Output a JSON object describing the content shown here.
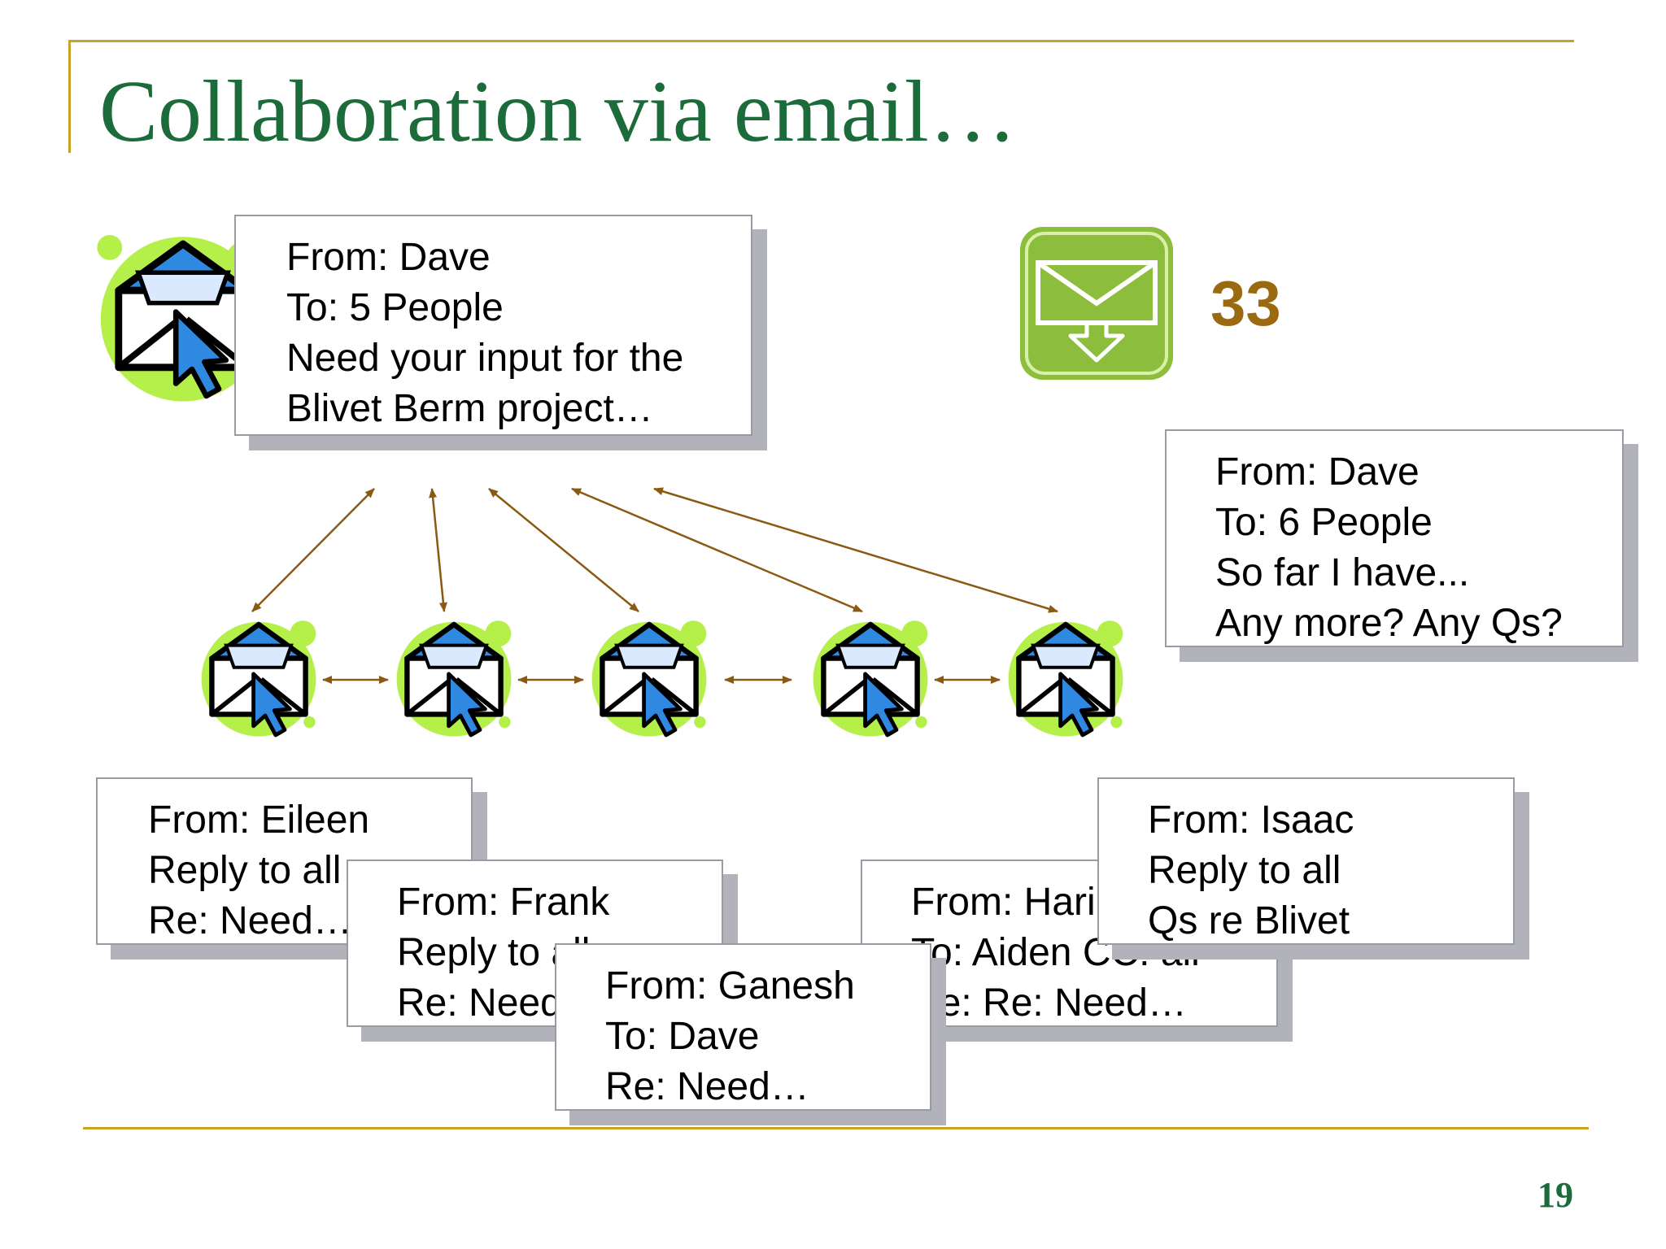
{
  "slide": {
    "title": "Collaboration via email…",
    "page_number": "19",
    "inbox_count": "33",
    "colors": {
      "title": "#1c6b3a",
      "accent_line": "#c9a227",
      "arrow": "#8b5a12",
      "count": "#9b6a10",
      "bubble": "#b5f04a",
      "inbox_green": "#8dbd3c"
    },
    "icons": {
      "sender": "email-envelope-cursor-icon",
      "recipient": "email-envelope-cursor-icon",
      "inbox": "inbox-download-icon"
    }
  },
  "messages": {
    "dave_initial": [
      "From: Dave",
      "To: 5 People",
      "Need your input for the",
      "Blivet Berm project…"
    ],
    "dave_followup": [
      "From: Dave",
      "To: 6 People",
      "So far I have...",
      "Any more?  Any Qs?"
    ],
    "eileen": [
      "From: Eileen",
      "Reply to all",
      "Re: Need…"
    ],
    "frank": [
      "From: Frank",
      "Reply to all",
      "Re: Need…"
    ],
    "ganesh": [
      "From: Ganesh",
      "To: Dave",
      "Re: Need…"
    ],
    "hari": [
      "From: Hari",
      "To: Aiden  CC: all",
      "Re: Re: Need…"
    ],
    "isaac": [
      "From: Isaac",
      "Reply to all",
      "Qs re Blivet"
    ]
  }
}
